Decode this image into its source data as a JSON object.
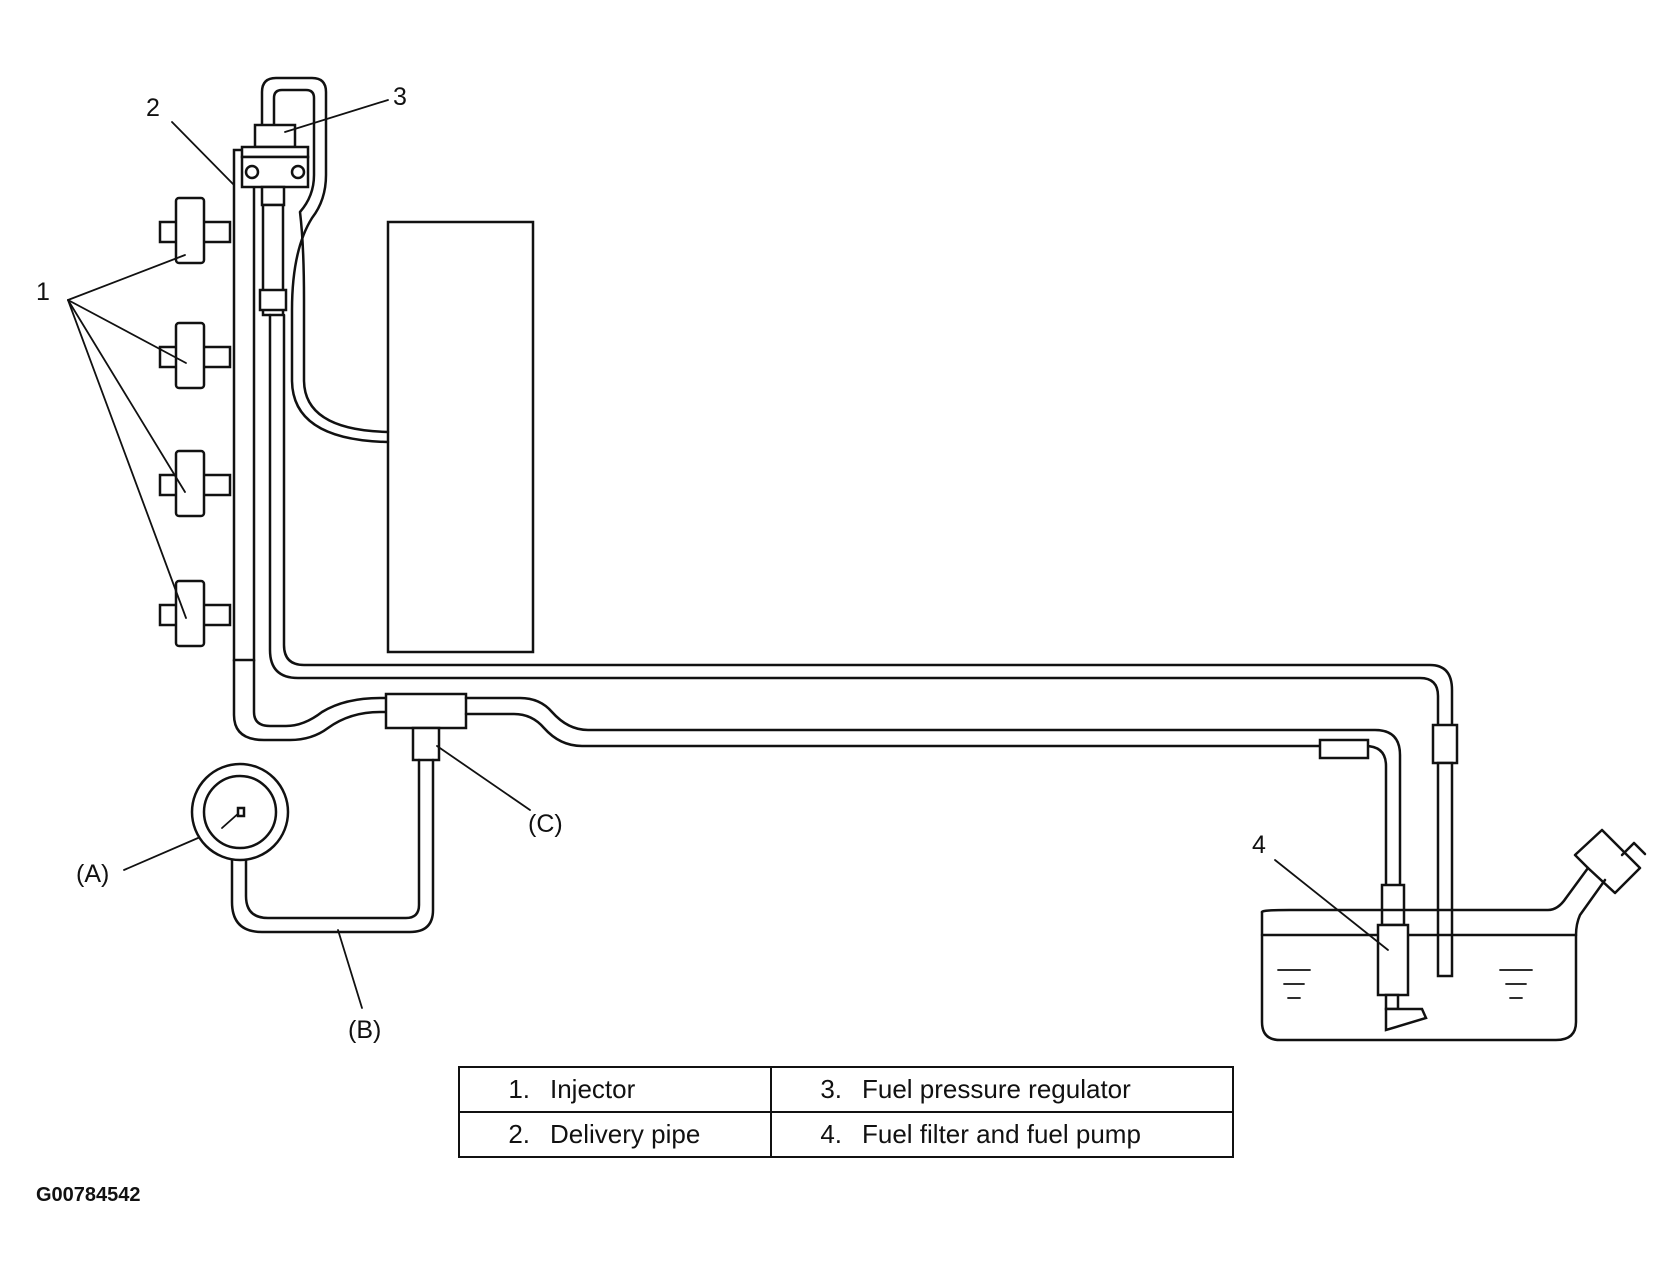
{
  "callouts": {
    "c1": "1",
    "c2": "2",
    "c3": "3",
    "c4": "4",
    "a": "(A)",
    "b": "(B)",
    "c": "(C)"
  },
  "legend": [
    [
      {
        "num": "1.",
        "text": "Injector"
      },
      {
        "num": "3.",
        "text": "Fuel pressure regulator"
      }
    ],
    [
      {
        "num": "2.",
        "text": "Delivery pipe"
      },
      {
        "num": "4.",
        "text": "Fuel filter and fuel pump"
      }
    ]
  ],
  "figure_id": "G00784542"
}
